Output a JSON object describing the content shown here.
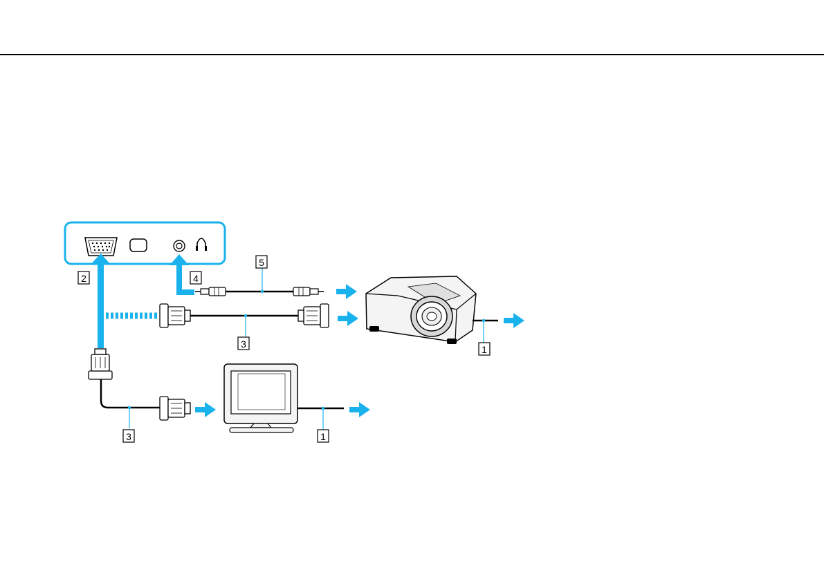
{
  "colors": {
    "accent": "#1ab2ec",
    "line": "#000000",
    "panel_border": "#1ab2ec",
    "device_gray": "#e9e9e9"
  },
  "icons": {
    "vga_port": "vga-port-icon",
    "hdmi_port": "hdmi-port-icon",
    "audio_jack": "audio-jack-icon",
    "headphone": "headphone-icon",
    "projector": "projector-icon",
    "monitor": "monitor-icon",
    "vga_connector": "vga-connector-icon",
    "audio_plug": "audio-plug-icon"
  },
  "callouts": {
    "power_cord_projector": "1",
    "power_cord_monitor": "1",
    "monitor_port": "2",
    "display_cable_projector": "3",
    "display_cable_monitor": "3",
    "headphones_jack": "4",
    "audio_cable": "5"
  }
}
